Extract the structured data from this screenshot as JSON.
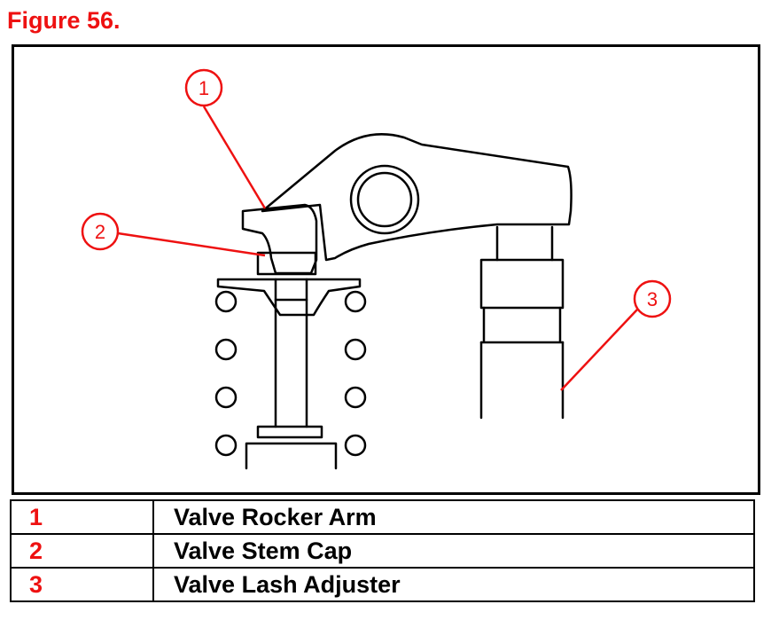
{
  "figure": {
    "title": "Figure 56."
  },
  "callouts": [
    {
      "number": "1"
    },
    {
      "number": "2"
    },
    {
      "number": "3"
    }
  ],
  "legend": {
    "rows": [
      {
        "number": "1",
        "label": "Valve Rocker Arm"
      },
      {
        "number": "2",
        "label": "Valve Stem Cap"
      },
      {
        "number": "3",
        "label": "Valve Lash Adjuster"
      }
    ]
  },
  "colors": {
    "accent": "#ee1111",
    "line": "#000000",
    "background": "#ffffff"
  }
}
